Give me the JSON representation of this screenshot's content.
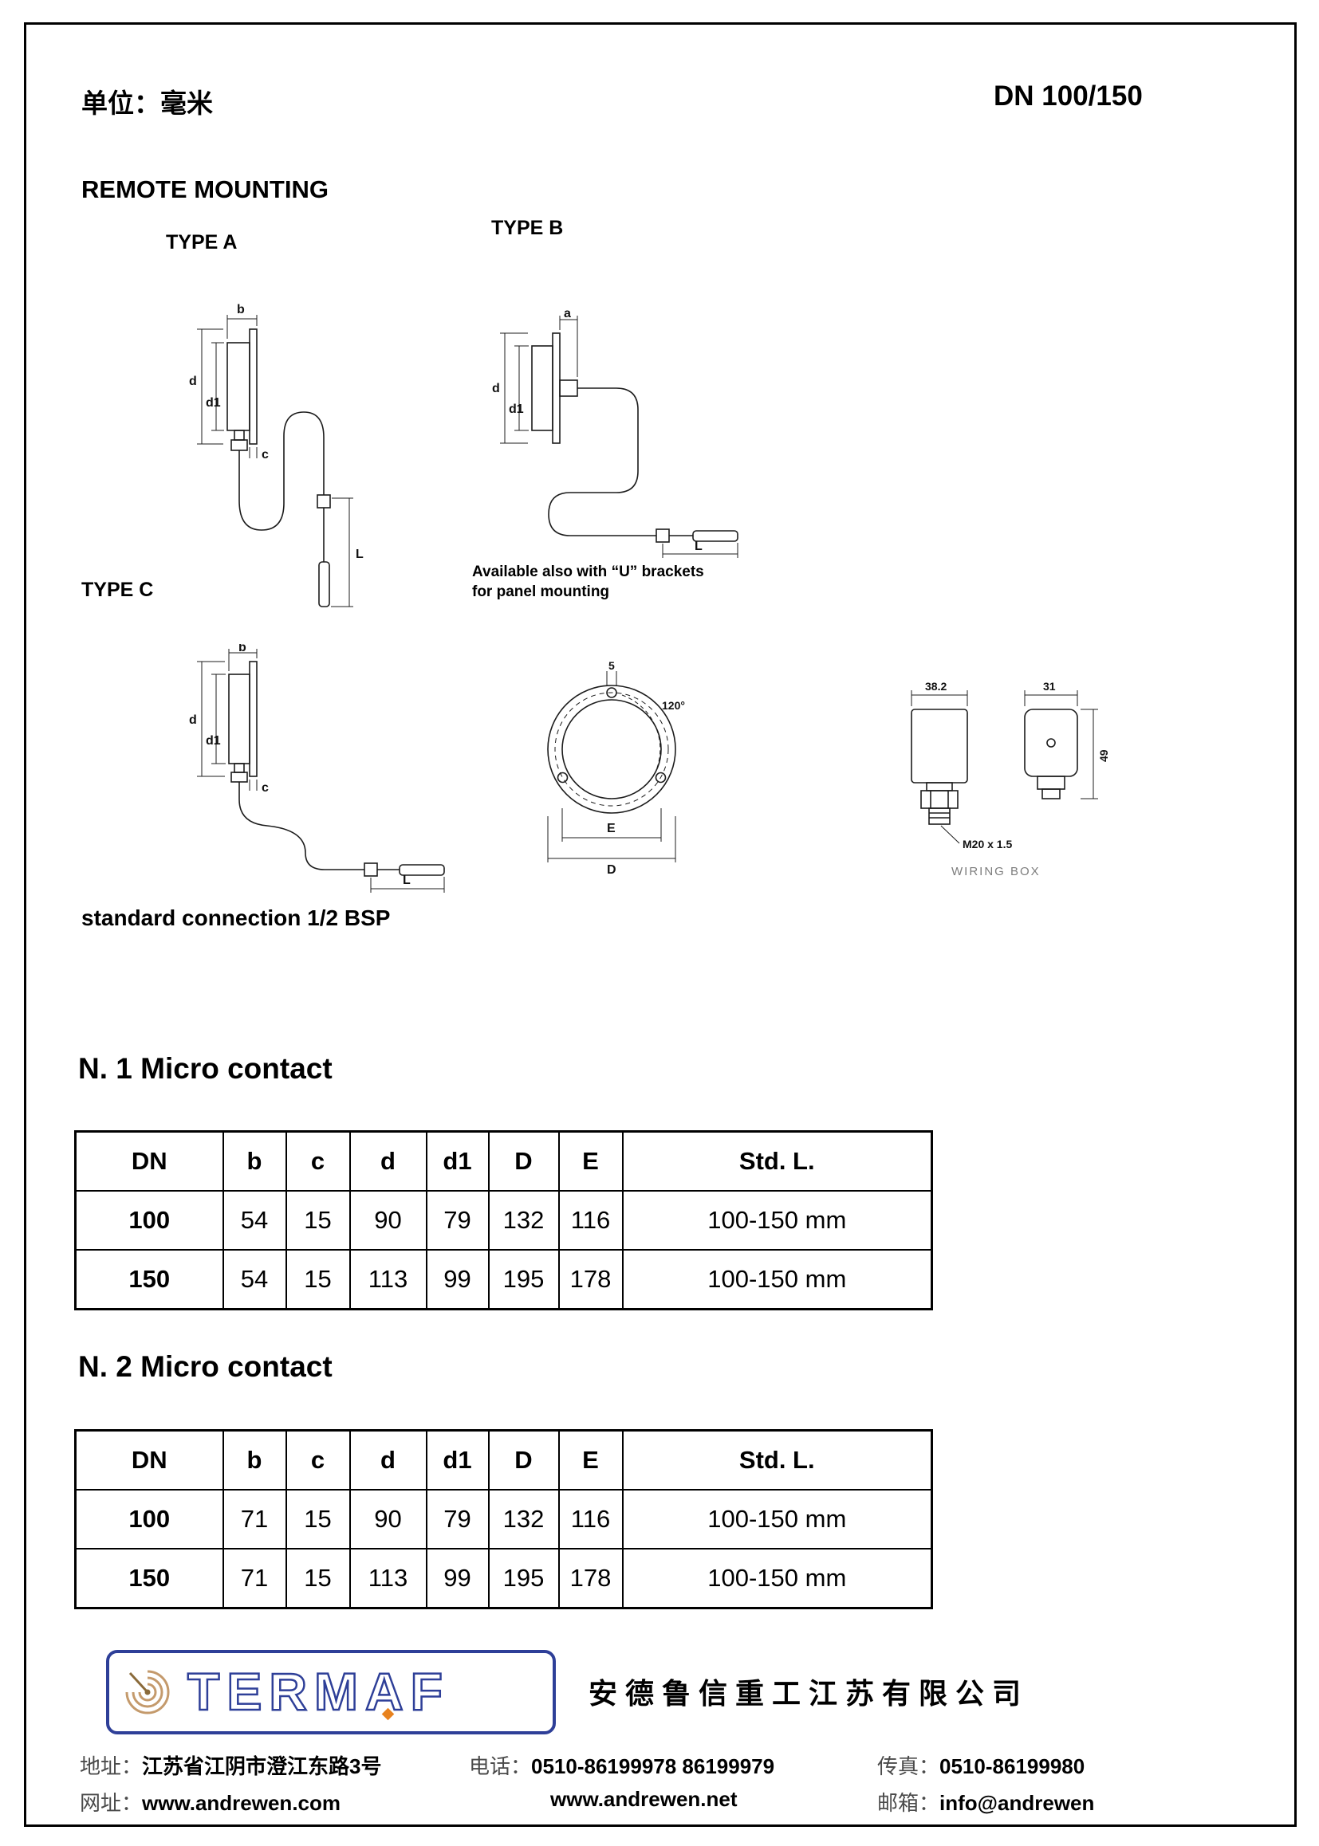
{
  "header": {
    "unit_label": "单位：毫米",
    "dn_label": "DN 100/150",
    "section_title": "REMOTE MOUNTING"
  },
  "drawings": {
    "type_a_label": "TYPE A",
    "type_b_label": "TYPE B",
    "type_c_label": "TYPE C",
    "u_bracket_note": [
      "Available also with “U” brackets",
      "for panel mounting"
    ],
    "connection_note": "standard connection 1/2 BSP",
    "dims": {
      "a": "a",
      "b": "b",
      "c": "c",
      "d": "d",
      "d1": "d1",
      "L": "L",
      "five": "5",
      "angle": "120°",
      "E": "E",
      "D": "D"
    },
    "wiring": {
      "width_side": "38.2",
      "width_front": "31",
      "height": "49",
      "thread": "M20 x 1.5",
      "label": "WIRING BOX"
    }
  },
  "table1": {
    "title": "N. 1 Micro contact",
    "headers": [
      "DN",
      "b",
      "c",
      "d",
      "d1",
      "D",
      "E",
      "Std. L."
    ],
    "rows": [
      [
        "100",
        "54",
        "15",
        "90",
        "79",
        "132",
        "116",
        "100-150 mm"
      ],
      [
        "150",
        "54",
        "15",
        "113",
        "99",
        "195",
        "178",
        "100-150 mm"
      ]
    ]
  },
  "table2": {
    "title": "N. 2 Micro contact",
    "headers": [
      "DN",
      "b",
      "c",
      "d",
      "d1",
      "D",
      "E",
      "Std. L."
    ],
    "rows": [
      [
        "100",
        "71",
        "15",
        "90",
        "79",
        "132",
        "116",
        "100-150 mm"
      ],
      [
        "150",
        "71",
        "15",
        "113",
        "99",
        "195",
        "178",
        "100-150 mm"
      ]
    ]
  },
  "footer": {
    "logo_text": "TERMAF",
    "company_name": "安德鲁信重工江苏有限公司",
    "address_label": "地址：",
    "address_value": "江苏省江阴市澄江东路3号",
    "phone_label": "电话：",
    "phone_value": "0510-86199978  86199979",
    "fax_label": "传真：",
    "fax_value": "0510-86199980",
    "web_label": "网址：",
    "web_value_1": "www.andrewen.com",
    "web_value_2": "www.andrewen.net",
    "email_label": "邮箱：",
    "email_value": "info@andrewen"
  }
}
